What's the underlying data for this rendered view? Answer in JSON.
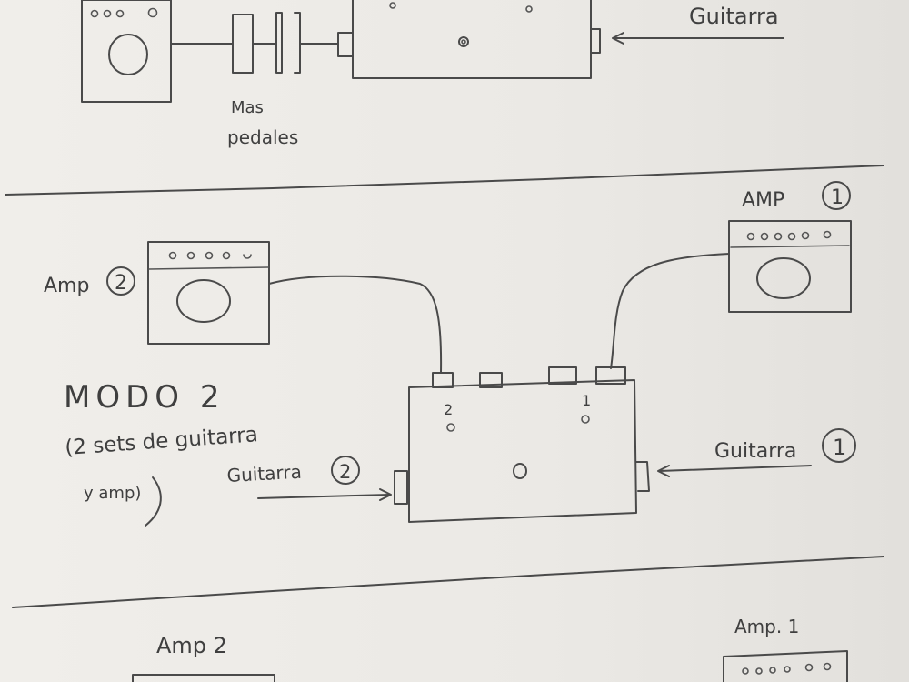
{
  "top_section": {
    "guitar_label": "Guitarra",
    "pedals_label_line1": "Mas",
    "pedals_label_line2": "pedales"
  },
  "mode2_section": {
    "amp1_label": "AMP",
    "amp1_number": "1",
    "amp2_label": "Amp",
    "amp2_number": "2",
    "mode_title": "MODO 2",
    "mode_desc_line1": "(2 sets de guitarra",
    "mode_desc_line2": "y amp)",
    "guitar1_label": "Guitarra",
    "guitar1_number": "1",
    "guitar2_label": "Guitarra",
    "guitar2_number": "2",
    "channel2_label": "2",
    "channel1_label": "1"
  },
  "bottom_section": {
    "amp2_label": "Amp 2",
    "amp1_label": "Amp. 1"
  }
}
